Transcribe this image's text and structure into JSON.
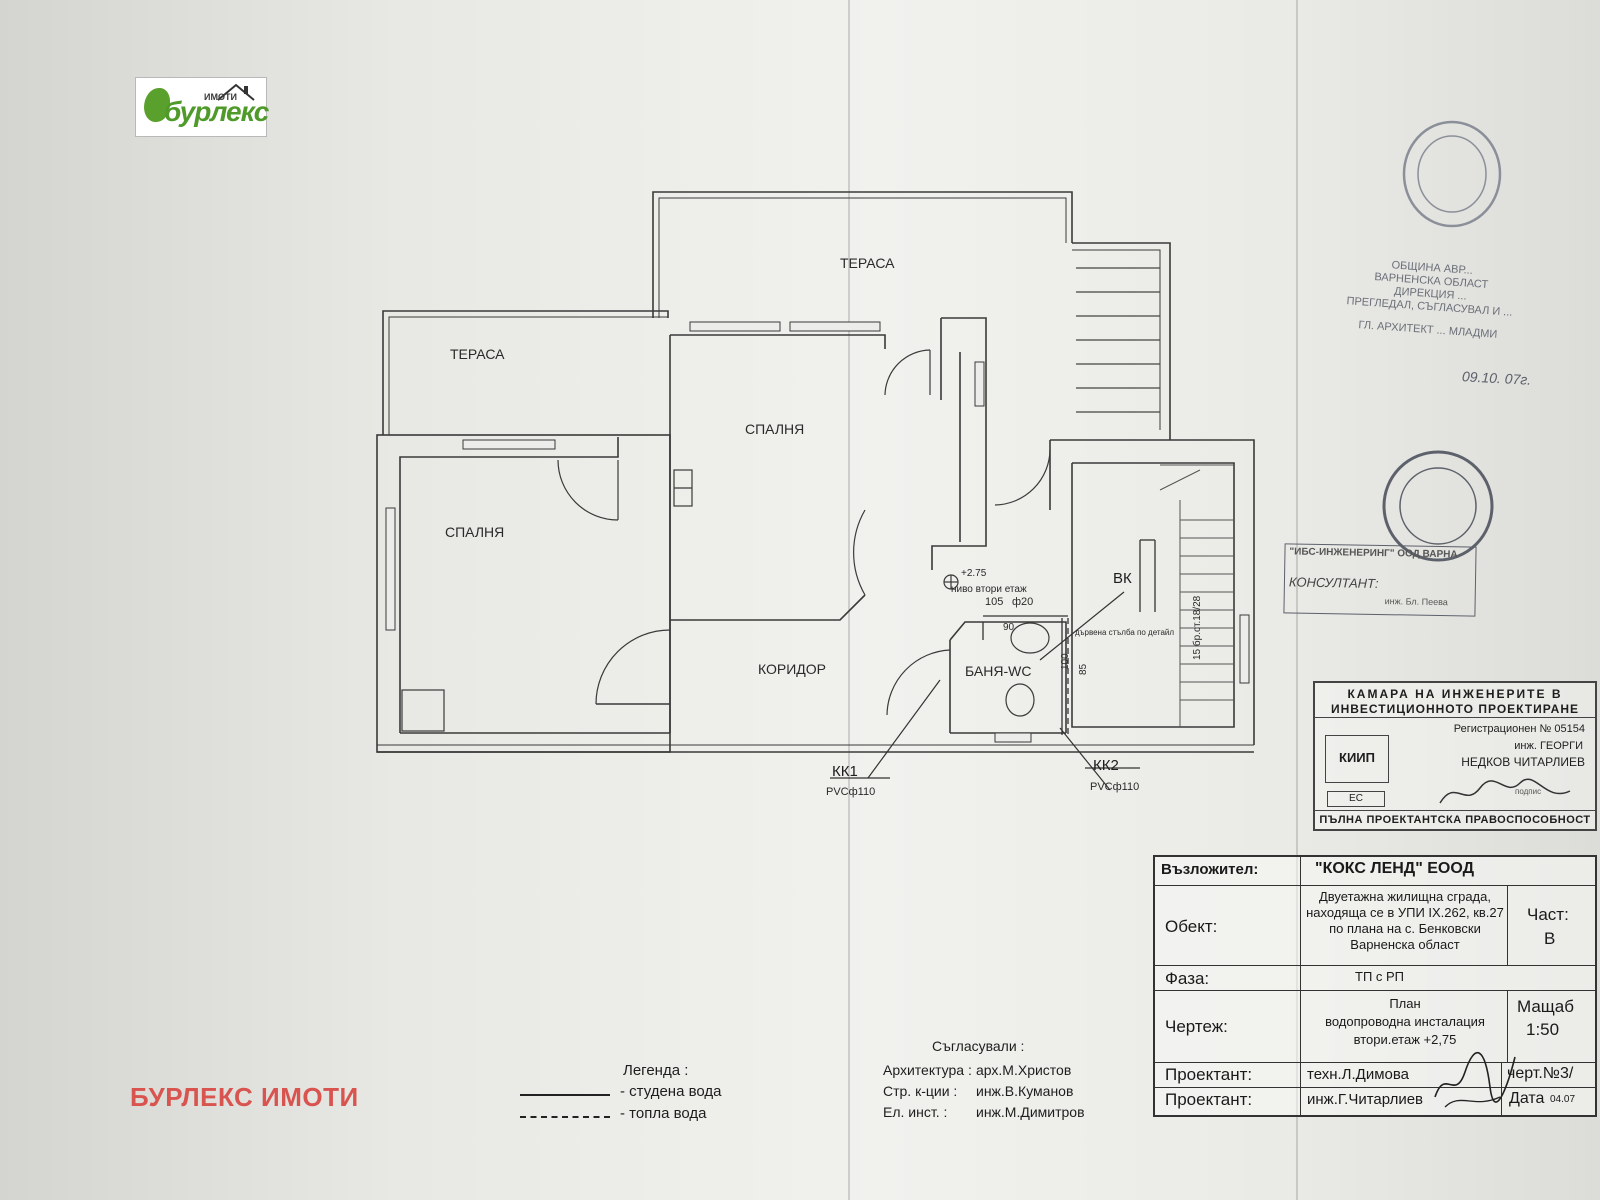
{
  "logo": {
    "brand": "бурлекс",
    "tag": "ИМОТИ"
  },
  "watermark": "БУРЛЕКС ИМОТИ",
  "plan": {
    "rooms": {
      "terrace_top": "ТЕРАСА",
      "terrace_left": "ТЕРАСА",
      "bedroom_right": "СПАЛНЯ",
      "bedroom_left": "СПАЛНЯ",
      "corridor": "КОРИДОР",
      "bathroom": "БАНЯ-WC"
    },
    "level_mark": "+2.75",
    "level_label": "ниво втори етаж",
    "pipe_105": "105",
    "pipe_phi20": "ф20",
    "pipe_90": "90",
    "pipe_85": "85",
    "pipe_100": "100",
    "vk": "ВК",
    "timber_post": "дървена стълба по детайл",
    "stair_note": "15 бр.ст.18/28",
    "kk1": "КК1",
    "kk1_pipe": "PVCф110",
    "kk2": "КК2",
    "kk2_pipe": "PVCф110"
  },
  "stamps": {
    "municipality_lines": [
      "ОБЩИНА АВР...",
      "ВАРНЕНСКА ОБЛАСТ",
      "ДИРЕКЦИЯ ...",
      "ПРЕГЛЕДАЛ, СЪГЛАСУВАЛ И ...",
      "ГЛ. АРХИТЕКТ ... МЛАДМИ"
    ],
    "date_handwritten": "09.10. 07г.",
    "eng_company": "\"ИБС-ИНЖЕНЕРИНГ\" ООД ВАРНА",
    "consultant": "КОНСУЛТАНТ:",
    "consultant_name": "инж. Бл. Пеева"
  },
  "kiip": {
    "title1": "КАМАРА НА ИНЖЕНЕРИТЕ В",
    "title2": "ИНВЕСТИЦИОННОТО ПРОЕКТИРАНЕ",
    "reg": "Регистрационен № 05154",
    "eng_line1": "инж. ГЕОРГИ",
    "eng_line2": "НЕДКОВ ЧИТАРЛИЕВ",
    "logo_text": "КИИП",
    "ec": "ЕС",
    "signature_label": "подпис",
    "bottom": "ПЪЛНА ПРОЕКТАНТСКА ПРАВОСПОСОБНОСТ"
  },
  "title_block": {
    "client_label": "Възложител:",
    "client_value": "\"КОКС ЛЕНД\" ЕООД",
    "object_label": "Обект:",
    "object_value_1": "Двуетажна жилищна сграда,",
    "object_value_2": "находяща се в УПИ IX.262, кв.27",
    "object_value_3": "по плана на с. Бенковски",
    "object_value_4": "Варненска област",
    "part_label": "Част:",
    "part_value": "В",
    "phase_label": "Фаза:",
    "phase_value": "ТП с РП",
    "drawing_label": "Чертеж:",
    "drawing_value_1": "План",
    "drawing_value_2": "водопроводна инсталация",
    "drawing_value_3": "втори.етаж  +2,75",
    "scale_label": "Мащаб",
    "scale_value": "1:50",
    "designer1_label": "Проектант:",
    "designer1_value": "техн.Л.Димова",
    "designer2_label": "Проектант:",
    "designer2_value": "инж.Г.Читарлиев",
    "sheet_label": "черт.№3/",
    "date_label": "Дата",
    "date_value": "04.07"
  },
  "legend": {
    "title": "Легенда :",
    "cold": "- студена вода",
    "hot": "- топла вода"
  },
  "approvals": {
    "title": "Съгласували :",
    "rows": [
      {
        "role": "Архитектура :",
        "name": "арх.М.Христов"
      },
      {
        "role": "Стр. к-ции :",
        "name": "инж.В.Куманов"
      },
      {
        "role": "Ел. инст. :",
        "name": "инж.М.Димитров"
      }
    ]
  },
  "colors": {
    "watermark": "#d9534f",
    "logo_green": "#4f9a2a",
    "stamp": "#6a6f78"
  }
}
